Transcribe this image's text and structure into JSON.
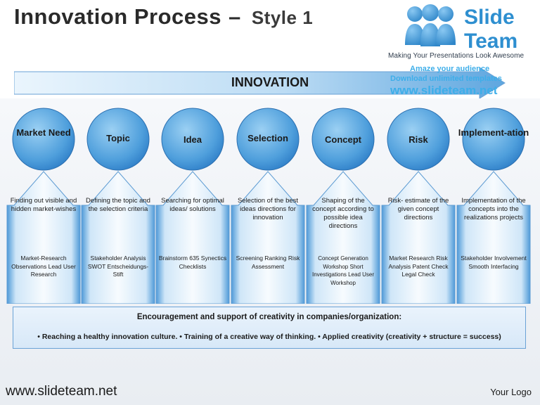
{
  "header": {
    "title": "Innovation Process",
    "dash": "–",
    "subtitle": "Style 1"
  },
  "logo": {
    "brand_line1": "Slide",
    "brand_line2": "Team",
    "tagline": "Making Your Presentations Look Awesome",
    "watermark_line1": "Amaze your audience",
    "watermark_line2": "Download unlimited templates",
    "watermark_line3": "www.slideteam.net"
  },
  "arrow": {
    "label": "INNOVATION"
  },
  "steps": [
    {
      "name": "Market Need",
      "description": "Finding out visible and hidden market-wishes",
      "tools": "Market-Research Observations Lead User Research"
    },
    {
      "name": "Topic",
      "description": "Defining the topic and the selection criteria",
      "tools": "Stakeholder Analysis SWOT Entscheidungs-Stift"
    },
    {
      "name": "Idea",
      "description": "Searching for optimal ideas/ solutions",
      "tools": "Brainstorm 635 Synectics Checklists"
    },
    {
      "name": "Selection",
      "description": "Selection of the best ideas directions for innovation",
      "tools": "Screening Ranking Risk Assessment"
    },
    {
      "name": "Concept",
      "description": "Shaping of the concept according to possible idea directions",
      "tools": "Concept Generation Workshop Short Investigations Lead User Workshop"
    },
    {
      "name": "Risk",
      "description": "Risk- estimate of the given concept directions",
      "tools": "Market Research Risk Analysis Patent Check Legal Check"
    },
    {
      "name": "Implement-ation",
      "description": "Implementation of the concepts into the realizations projects",
      "tools": "Stakeholder Involvement Smooth Interfacing"
    }
  ],
  "bottom": {
    "title": "Encouragement and support of creativity in companies/organization:",
    "text": "• Reaching a healthy innovation culture. • Training of a creative way of thinking. • Applied creativity (creativity + structure = success)"
  },
  "footer": {
    "website": "www.slideteam.net",
    "your_logo": "Your Logo"
  },
  "colors": {
    "circle": "#2f7fc8",
    "arrow_light": "#d9ecfb",
    "arrow_dark": "#4f9ad8",
    "brand": "#2e8fd0"
  }
}
